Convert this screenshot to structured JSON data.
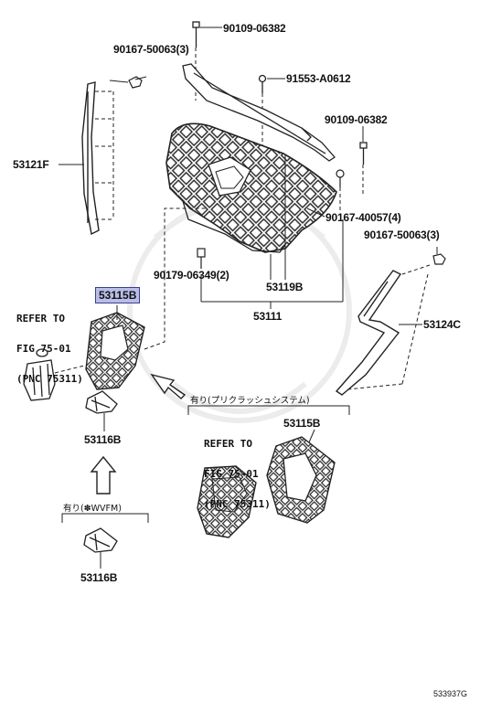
{
  "labels": {
    "p90109_top": "90109-06382",
    "p90167_left": "90167-50063(3)",
    "p91553": "91553-A0612",
    "p90109_right": "90109-06382",
    "p53121F": "53121F",
    "p90167_40057": "90167-40057(4)",
    "p90167_right": "90167-50063(3)",
    "p90179": "90179-06349(2)",
    "p53119B": "53119B",
    "p53111": "53111",
    "p53124C": "53124C",
    "p53115B_hl": "53115B",
    "p53115B_lower": "53115B",
    "p53116B_top": "53116B",
    "p53116B_bottom": "53116B"
  },
  "refer_left": [
    "REFER TO",
    "FIG 75-01",
    "(PNC 75311)"
  ],
  "refer_right": [
    "REFER TO",
    "FIG 75-01",
    "(PNC 75311)"
  ],
  "jp_precrash": "有り(プリクラッシュシステム)",
  "jp_wvfm": "有り(✽WVFM)",
  "diagram_code": "533937G"
}
